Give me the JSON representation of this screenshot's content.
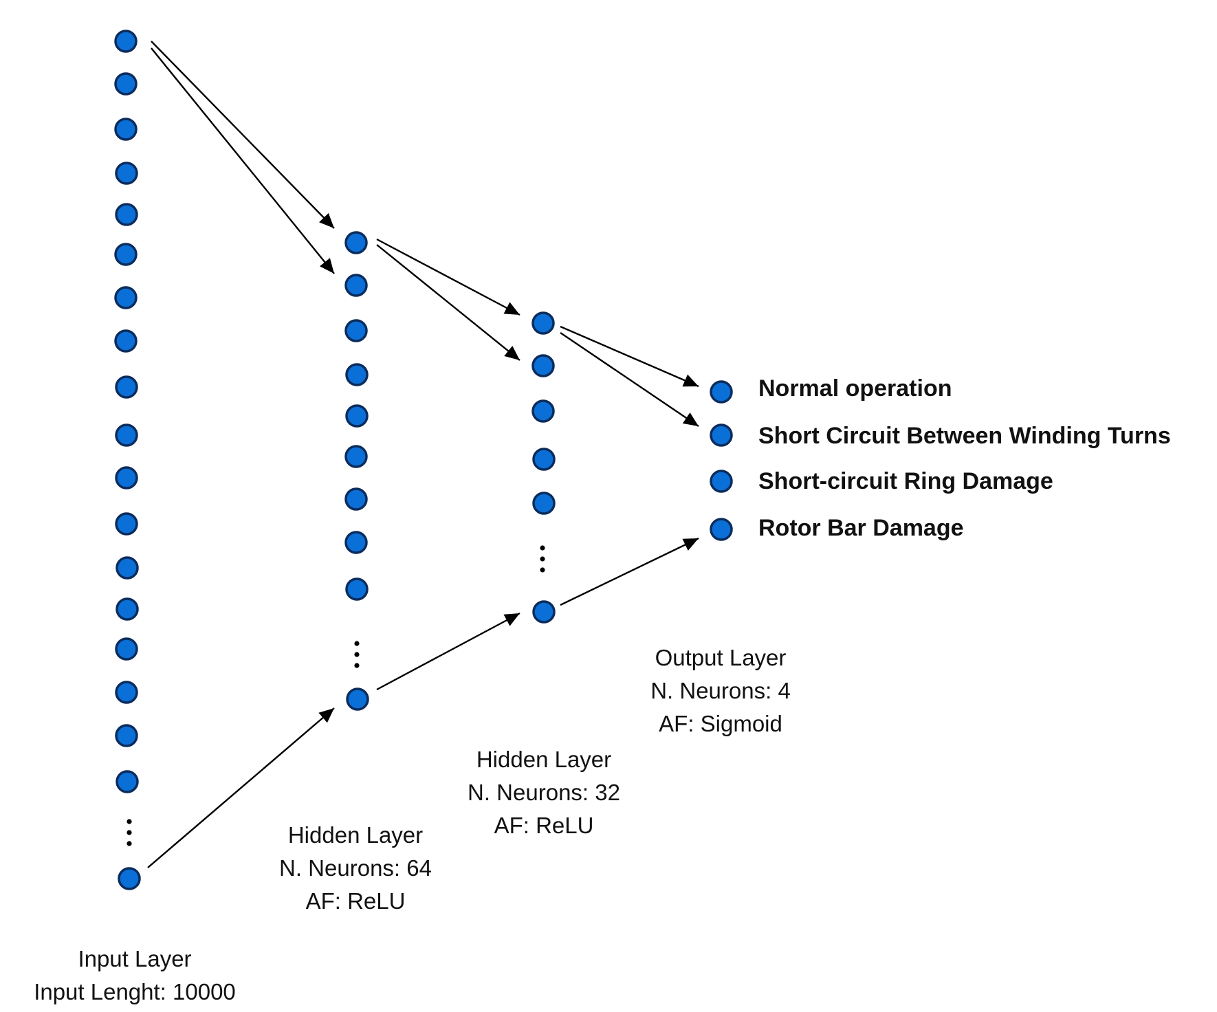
{
  "colors": {
    "neuron_fill": "#0a6fd6",
    "neuron_stroke": "#0b2c5c",
    "arrow": "#000000"
  },
  "layers": {
    "input": {
      "title": "Input Layer",
      "detail": "Input Lenght: 10000"
    },
    "hidden1": {
      "title": "Hidden Layer",
      "neurons": "N. Neurons: 64",
      "activation": "AF: ReLU"
    },
    "hidden2": {
      "title": "Hidden Layer",
      "neurons": "N. Neurons: 32",
      "activation": "AF: ReLU"
    },
    "output": {
      "title": "Output Layer",
      "neurons": "N. Neurons: 4",
      "activation": "AF: Sigmoid"
    }
  },
  "classes": [
    "Normal operation",
    "Short Circuit Between Winding Turns",
    "Short-circuit Ring Damage",
    "Rotor Bar Damage"
  ]
}
